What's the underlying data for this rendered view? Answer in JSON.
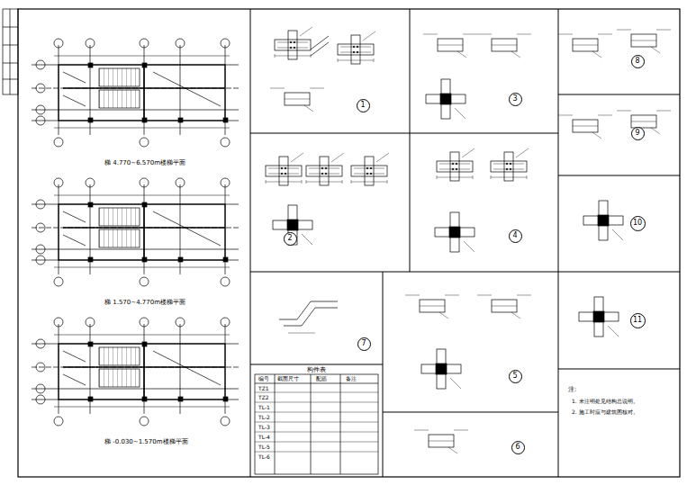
{
  "diagram": {
    "nodes": [
      {
        "text": [
          "1"
        ]
      },
      {
        "text": [
          "2"
        ]
      },
      {
        "text": [
          "3"
        ]
      },
      {
        "text": [
          "4"
        ]
      },
      {
        "text": [
          "5"
        ]
      },
      {
        "text": [
          "6"
        ]
      },
      {
        "text": [
          "7"
        ]
      },
      {
        "text": [
          "8"
        ]
      },
      {
        "text": [
          "9"
        ]
      },
      {
        "text": [
          "10"
        ]
      },
      {
        "text": [
          "11"
        ]
      }
    ],
    "labels": [
      "梯 4.770~6.570m楼梯平面",
      "梯 1.570~4.770m楼梯平面",
      "梯 -0.030~1.570m楼梯平面",
      "构件表",
      "编号",
      "截面尺寸",
      "配筋",
      "备注",
      "TZ1",
      "TZ2",
      "TL-1",
      "TL-2",
      "TL-3",
      "TL-4",
      "TL-5",
      "TL-6",
      "注:",
      "1. 未注明处见结构总说明。",
      "2. 施工时应与建筑图核对。"
    ]
  }
}
